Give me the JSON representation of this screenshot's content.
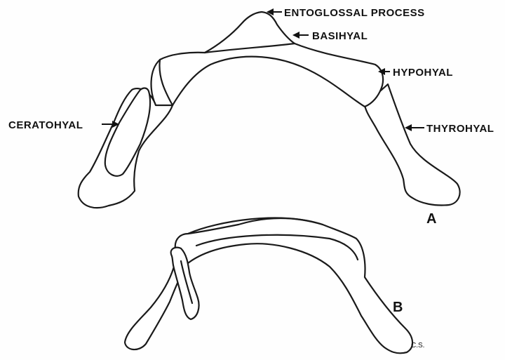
{
  "labels": {
    "entoglossal": "ENTOGLOSSAL PROCESS",
    "basihyal": "BASIHYAL",
    "hypohyal": "HYPOHYAL",
    "thyrohyal": "THYROHYAL",
    "ceratohyal": "CERATOHYAL"
  },
  "panels": {
    "a": "A",
    "b": "B"
  },
  "signature": "C.S."
}
